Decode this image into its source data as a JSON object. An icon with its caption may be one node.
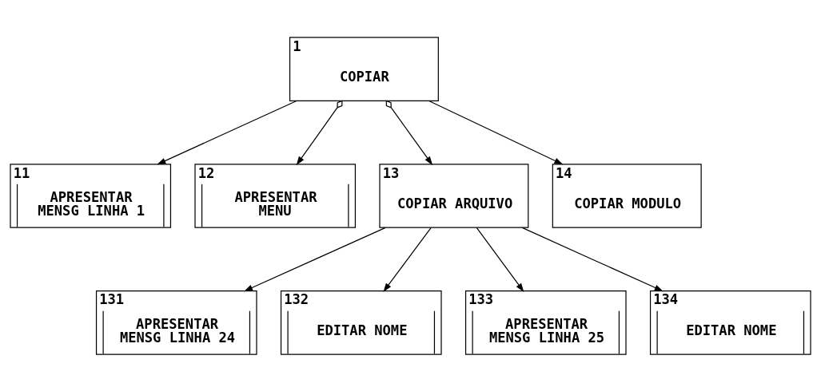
{
  "diagram": {
    "nodes": [
      {
        "text": [
          "1",
          "COPIAR"
        ]
      },
      {
        "text": [
          "11",
          "APRESENTAR MENSG LINHA 1"
        ]
      },
      {
        "text": [
          "12",
          "APRESENTAR MENU"
        ]
      },
      {
        "text": [
          "13",
          "COPIAR ARQUIVO"
        ]
      },
      {
        "text": [
          "14",
          "COPIAR MODULO"
        ]
      },
      {
        "text": [
          "131",
          "APRESENTAR MENSG LINHA 24"
        ]
      },
      {
        "text": [
          "132",
          "EDITAR NOME"
        ]
      },
      {
        "text": [
          "133",
          "APRESENTAR MENSG LINHA 25"
        ]
      },
      {
        "text": [
          "134",
          "EDITAR NOME"
        ]
      }
    ],
    "edges": [
      {
        "from": 0,
        "to": 1,
        "arrow": "to"
      },
      {
        "from": 0,
        "to": 2,
        "arrow": "to"
      },
      {
        "from": 0,
        "to": 3,
        "arrow": "to"
      },
      {
        "from": 0,
        "to": 4,
        "arrow": "to"
      },
      {
        "from": 3,
        "to": 5,
        "arrow": "to"
      },
      {
        "from": 3,
        "to": 6,
        "arrow": "to"
      },
      {
        "from": 3,
        "to": 7,
        "arrow": "to"
      },
      {
        "from": 3,
        "to": 8,
        "arrow": "to"
      }
    ]
  }
}
